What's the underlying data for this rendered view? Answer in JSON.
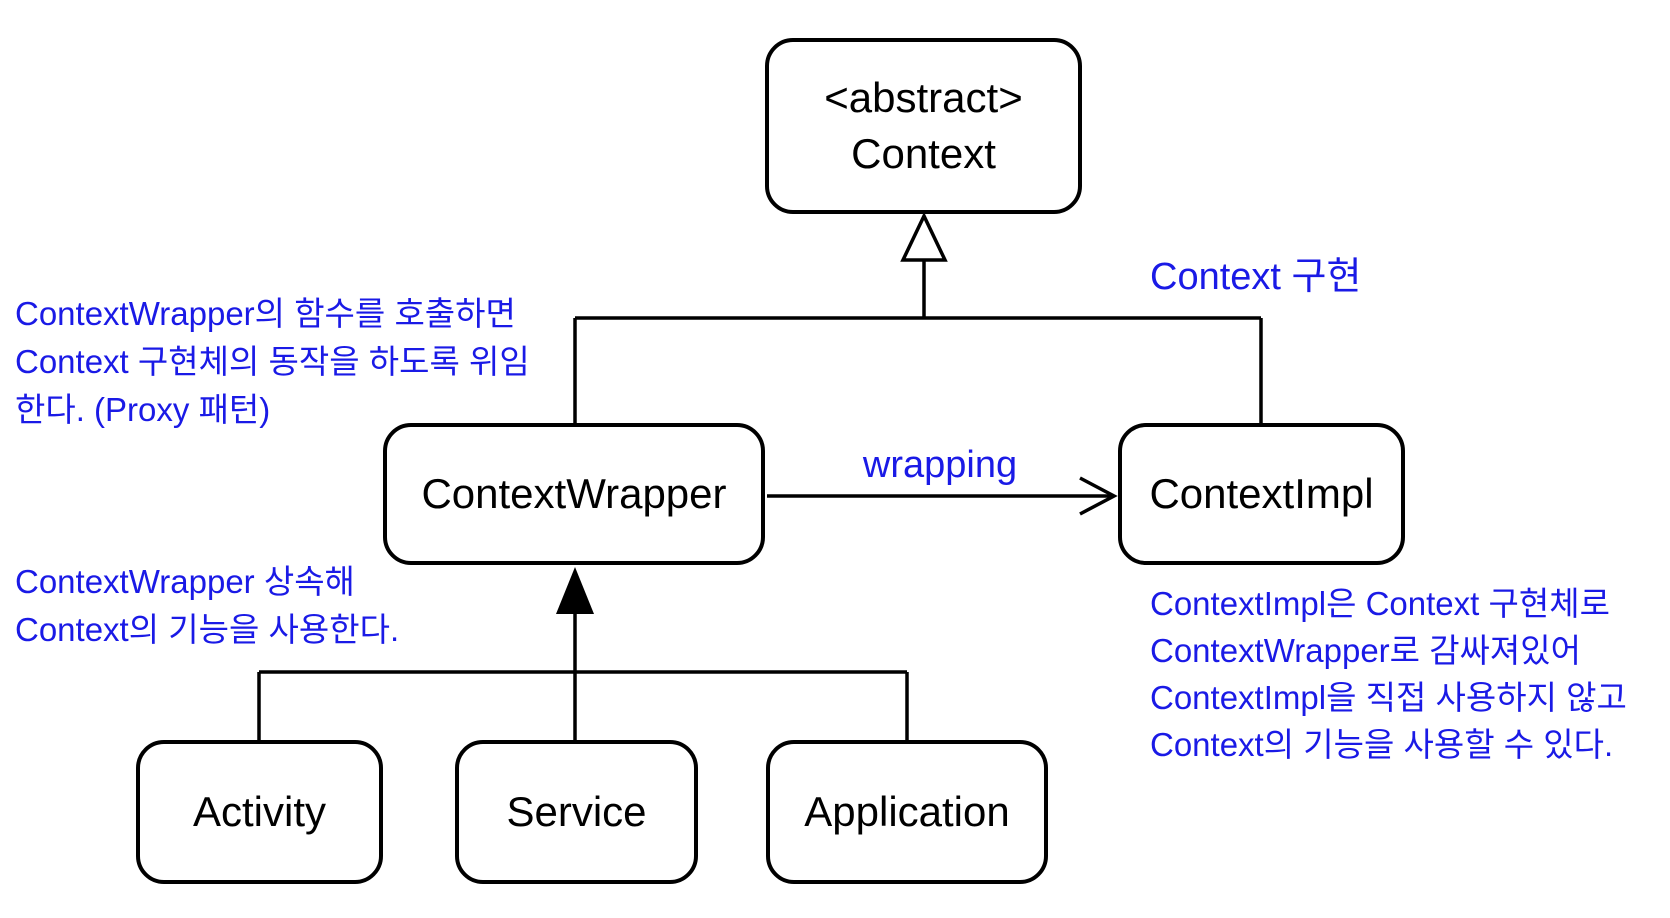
{
  "diagram": {
    "nodes": {
      "context": {
        "line1": "<abstract>",
        "line2": "Context"
      },
      "context_wrapper": {
        "label": "ContextWrapper"
      },
      "context_impl": {
        "label": "ContextImpl"
      },
      "activity": {
        "label": "Activity"
      },
      "service": {
        "label": "Service"
      },
      "application": {
        "label": "Application"
      }
    },
    "edge_labels": {
      "wrapping": "wrapping",
      "context_implementation": "Context 구현"
    },
    "annotations": {
      "proxy_note": {
        "line1": "ContextWrapper의 함수를 호출하면",
        "line2": "Context 구현체의 동작을 하도록 위임",
        "line3": "한다. (Proxy 패턴)"
      },
      "inherit_note": {
        "line1": "ContextWrapper 상속해",
        "line2": "Context의 기능을 사용한다."
      },
      "impl_note": {
        "line1": "ContextImpl은 Context 구현체로",
        "line2": "ContextWrapper로 감싸져있어",
        "line3": "ContextImpl을 직접 사용하지 않고",
        "line4": "Context의 기능을 사용할 수 있다."
      }
    },
    "colors": {
      "annotation_blue": "#1a1ae6",
      "line_black": "#000000",
      "node_fill": "#ffffff"
    }
  }
}
